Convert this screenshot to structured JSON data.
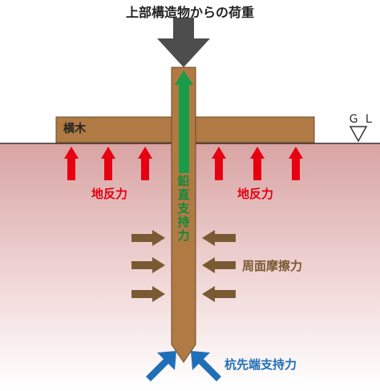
{
  "labels": {
    "top_load": "上部構造物からの荷重",
    "beam": "横木",
    "ground_level": "ＧＬ",
    "soil_reaction_left": "地反力",
    "soil_reaction_right": "地反力",
    "vertical_support": "鉛直支持力",
    "skin_friction": "周面摩擦力",
    "tip_bearing": "杭先端支持力"
  },
  "colors": {
    "load_arrow": "#4d4d4d",
    "pile": "#b07a45",
    "pile_stroke": "#6e4a23",
    "soil_top": "#d9a3a3",
    "soil_bottom": "#ffffff",
    "reaction_arrow": "#e60012",
    "vertical_arrow": "#1a9b47",
    "friction_arrow": "#7a5a32",
    "tip_arrow": "#1f6fb8",
    "ground_line": "#333333"
  },
  "icons": {
    "load": "down-arrow-icon",
    "reaction": "up-arrow-icon",
    "friction": "horizontal-arrow-icon",
    "tip": "diagonal-arrow-icon",
    "ground_level": "triangle-down-icon"
  }
}
